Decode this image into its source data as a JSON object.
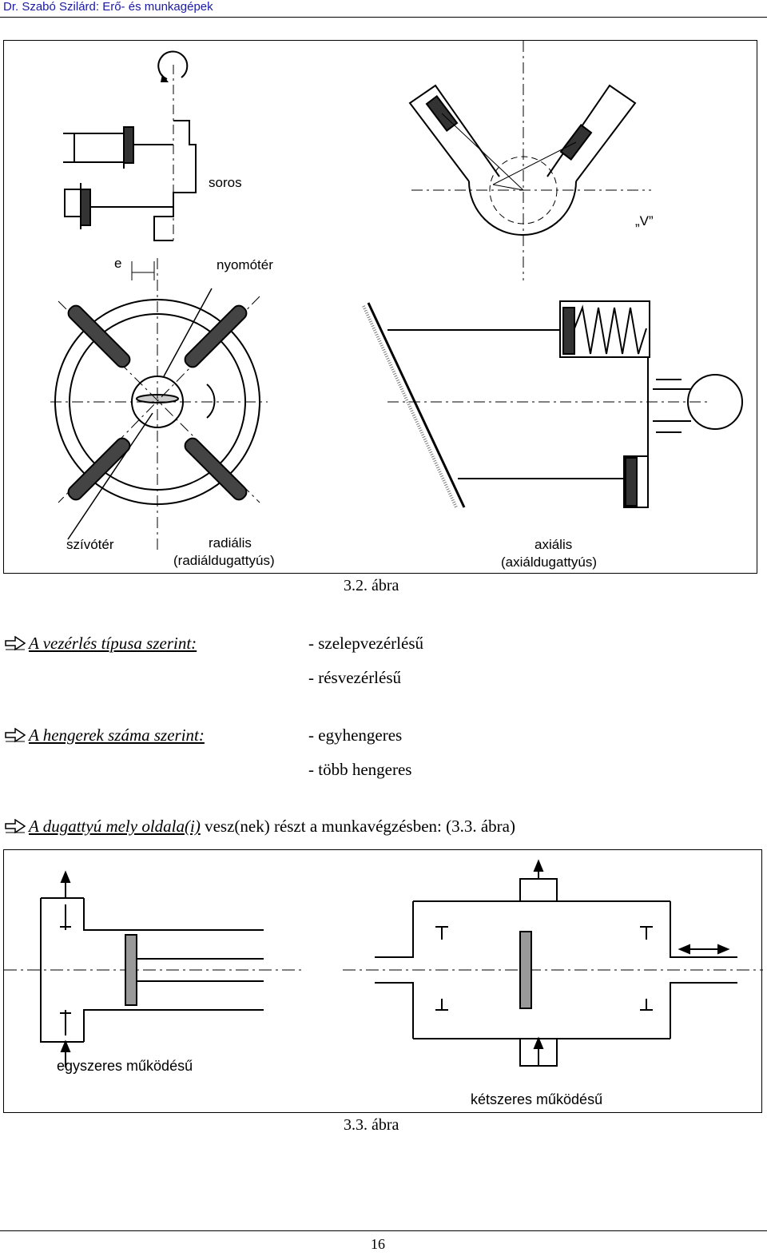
{
  "header": {
    "running_title": "Dr. Szabó Szilárd: Erő- és munkagépek",
    "page_number": "16"
  },
  "figure1": {
    "labels": {
      "soros": "soros",
      "v": "„V”",
      "e": "e",
      "nyomoter": "nyomótér",
      "szivoter": "szívótér",
      "radialis": "radiális",
      "radialis_sub": "(radiáldugattyús)",
      "axialis": "axiális",
      "axialis_sub": "(axiáldugattyús)"
    },
    "caption": "3.2. ábra"
  },
  "classification": [
    {
      "lead": "A vezérlés típusa szerint:",
      "items": [
        "- szelepvezérlésű",
        "- résvezérlésű"
      ]
    },
    {
      "lead": "A hengerek száma szerint:",
      "items": [
        "- egyhengeres",
        "- több hengeres"
      ]
    }
  ],
  "piston_side": {
    "lead": "A dugattyú mely oldala(i)",
    "rest": " vesz(nek) részt a munkavégzésben: (3.3. ábra)"
  },
  "figure2": {
    "labels": {
      "single": "egyszeres működésű",
      "double": "kétszeres működésű"
    },
    "caption": "3.3. ábra"
  },
  "icons": {
    "bullet": "hollow-arrow-right-icon"
  }
}
